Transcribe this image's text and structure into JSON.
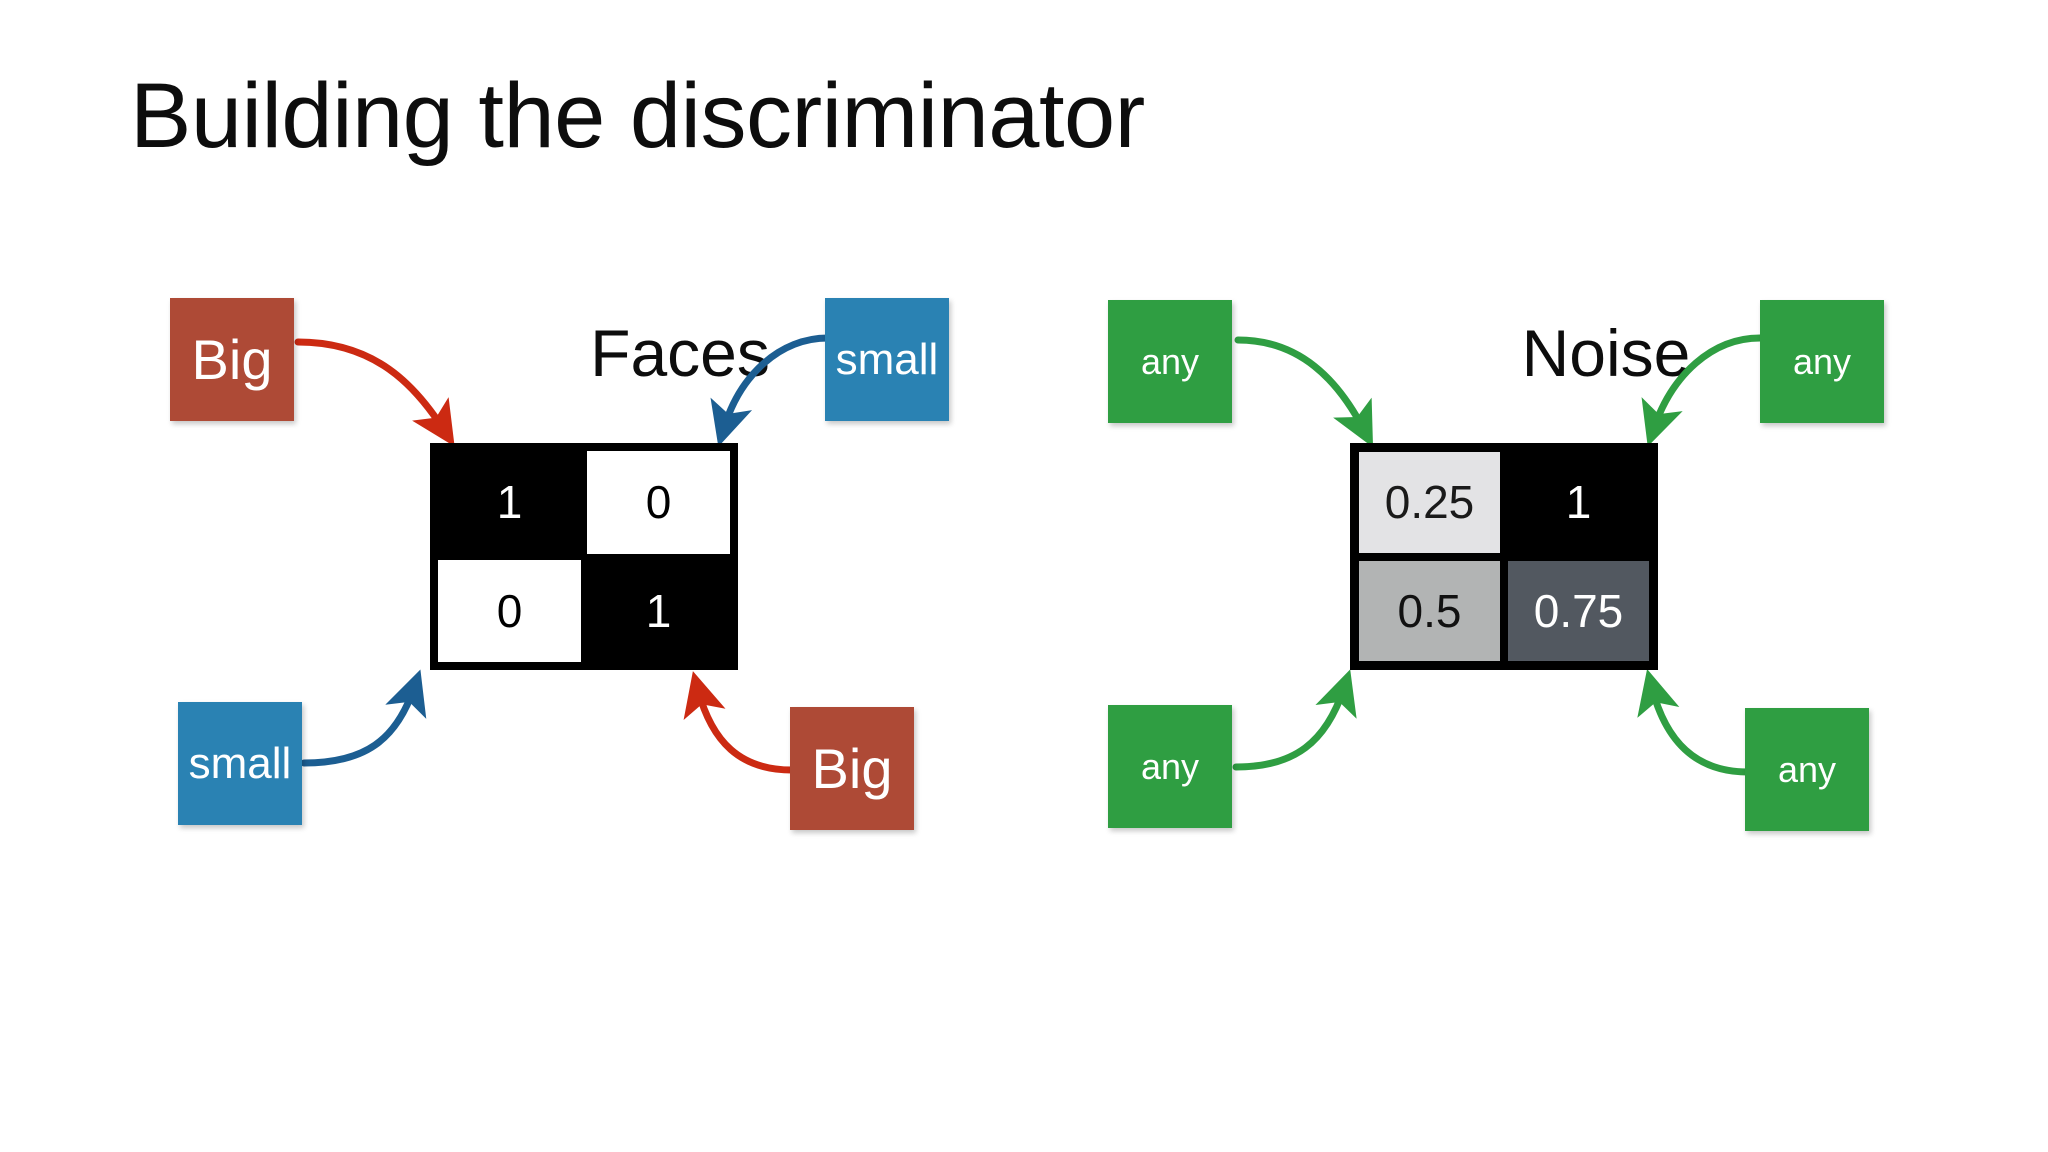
{
  "slide": {
    "title": "Building the discriminator",
    "background_color": "#ffffff"
  },
  "colors": {
    "chip_red": "#ae4a36",
    "chip_blue": "#2a82b3",
    "chip_green": "#2f9e42",
    "arrow_red": "#cc2a12",
    "arrow_blue": "#1c5e92",
    "arrow_green": "#2f9e42",
    "cell_black": "#000000",
    "cell_white": "#ffffff",
    "gray_light": "#e3e3e5",
    "gray_mid": "#b2b4b4",
    "gray_dark": "#525860"
  },
  "panels": [
    {
      "id": "faces",
      "heading": "Faces",
      "matrix": {
        "rows": 2,
        "cols": 2,
        "cells": [
          {
            "value": "1",
            "fill": "black"
          },
          {
            "value": "0",
            "fill": "white"
          },
          {
            "value": "0",
            "fill": "white"
          },
          {
            "value": "1",
            "fill": "black"
          }
        ]
      },
      "chips": [
        {
          "position": "top-left",
          "label": "Big",
          "color": "red",
          "arrow_color": "#cc2a12"
        },
        {
          "position": "top-right",
          "label": "small",
          "color": "blue",
          "arrow_color": "#1c5e92"
        },
        {
          "position": "bottom-left",
          "label": "small",
          "color": "blue",
          "arrow_color": "#1c5e92"
        },
        {
          "position": "bottom-right",
          "label": "Big",
          "color": "red",
          "arrow_color": "#cc2a12"
        }
      ]
    },
    {
      "id": "noise",
      "heading": "Noise",
      "matrix": {
        "rows": 2,
        "cols": 2,
        "cells": [
          {
            "value": "0.25",
            "fill": "gray-light"
          },
          {
            "value": "1",
            "fill": "black"
          },
          {
            "value": "0.5",
            "fill": "gray-mid"
          },
          {
            "value": "0.75",
            "fill": "gray-dark"
          }
        ]
      },
      "chips": [
        {
          "position": "top-left",
          "label": "any",
          "color": "green",
          "arrow_color": "#2f9e42"
        },
        {
          "position": "top-right",
          "label": "any",
          "color": "green",
          "arrow_color": "#2f9e42"
        },
        {
          "position": "bottom-left",
          "label": "any",
          "color": "green",
          "arrow_color": "#2f9e42"
        },
        {
          "position": "bottom-right",
          "label": "any",
          "color": "green",
          "arrow_color": "#2f9e42"
        }
      ]
    }
  ]
}
